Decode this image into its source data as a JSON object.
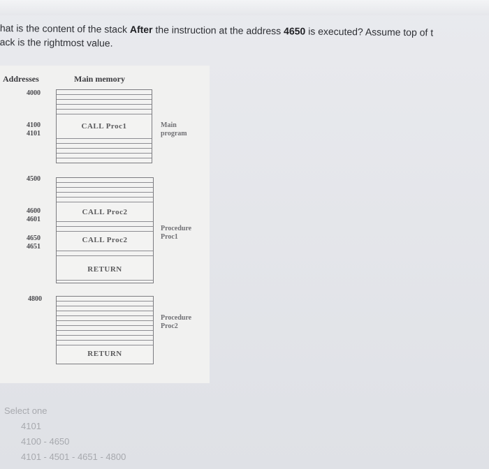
{
  "question": {
    "part1": "hat is the content of the stack ",
    "bold1": "After",
    "part2": " the instruction at the address ",
    "bold2": "4650",
    "part3": " is executed? Assume top of t",
    "line2": "ack is the rightmost value."
  },
  "figure": {
    "header_addresses": "Addresses",
    "header_memory": "Main memory",
    "addresses": {
      "a4000": "4000",
      "a4100": "4100",
      "a4101": "4101",
      "a4500": "4500",
      "a4600": "4600",
      "a4601": "4601",
      "a4650": "4650",
      "a4651": "4651",
      "a4800": "4800"
    },
    "cells": {
      "call_proc1": "CALL Proc1",
      "call_proc2_a": "CALL Proc2",
      "call_proc2_b": "CALL Proc2",
      "return_1": "RETURN",
      "return_2": "RETURN"
    },
    "labels": {
      "main_1": "Main",
      "main_2": "program",
      "proc1_1": "Procedure",
      "proc1_2": "Proc1",
      "proc2_1": "Procedure",
      "proc2_2": "Proc2"
    }
  },
  "answers": {
    "prompt": "Select one",
    "options": [
      "4101",
      "4100 - 4650",
      "4101 - 4501 - 4651 - 4800"
    ]
  }
}
